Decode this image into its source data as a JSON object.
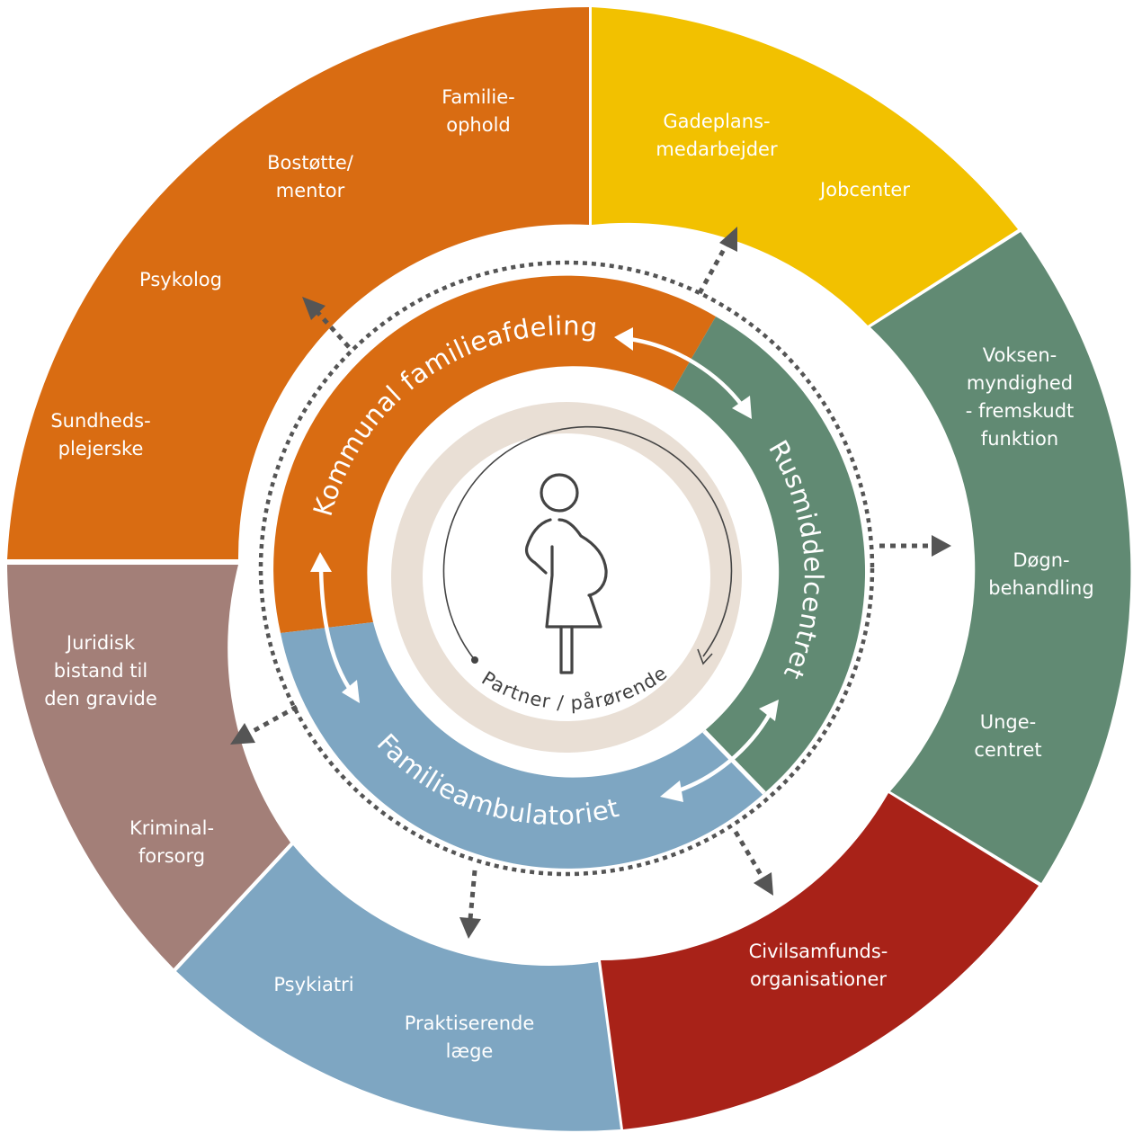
{
  "colors": {
    "orange": "#d96c12",
    "yellow": "#f2c100",
    "green": "#618a73",
    "mauve": "#a37f78",
    "blue": "#7ea6c2",
    "red": "#a82218",
    "beige": "#e9dfd5"
  },
  "outer_ring": [
    {
      "name": "Familieophold",
      "lines": [
        "Familie-",
        "ophold"
      ]
    },
    {
      "name": "Bostøtte/mentor",
      "lines": [
        "Bostøtte/",
        "mentor"
      ]
    },
    {
      "name": "Psykolog",
      "lines": [
        "Psykolog"
      ]
    },
    {
      "name": "Sundhedsplejerske",
      "lines": [
        "Sundheds-",
        "plejerske"
      ]
    },
    {
      "name": "Gadeplansmedarbejder",
      "lines": [
        "Gadeplans-",
        "medarbejder"
      ]
    },
    {
      "name": "Jobcenter",
      "lines": [
        "Jobcenter"
      ]
    },
    {
      "name": "Voksenmyndighed",
      "lines": [
        "Voksen-",
        "myndighed",
        "- fremskudt",
        "funktion"
      ]
    },
    {
      "name": "Døgnbehandling",
      "lines": [
        "Døgn-",
        "behandling"
      ]
    },
    {
      "name": "Ungecentret",
      "lines": [
        "Unge-",
        "centret"
      ]
    },
    {
      "name": "Civilsamfundsorganisationer",
      "lines": [
        "Civilsamfunds-",
        "organisationer"
      ]
    },
    {
      "name": "Psykiatri",
      "lines": [
        "Psykiatri"
      ]
    },
    {
      "name": "Praktiserende læge",
      "lines": [
        "Praktiserende",
        "læge"
      ]
    },
    {
      "name": "Juridisk bistand",
      "lines": [
        "Juridisk",
        "bistand til",
        "den gravide"
      ]
    },
    {
      "name": "Kriminalforsorg",
      "lines": [
        "Kriminal-",
        "forsorg"
      ]
    }
  ],
  "inner_ring": {
    "familieafdeling": "Kommunal familieafdeling",
    "rusmiddelcentret": "Rusmiddelcentret",
    "familieambulatoriet": "Familieambulatoriet"
  },
  "center": {
    "label": "Partner / pårørende",
    "icon": "pregnant-woman-icon"
  }
}
